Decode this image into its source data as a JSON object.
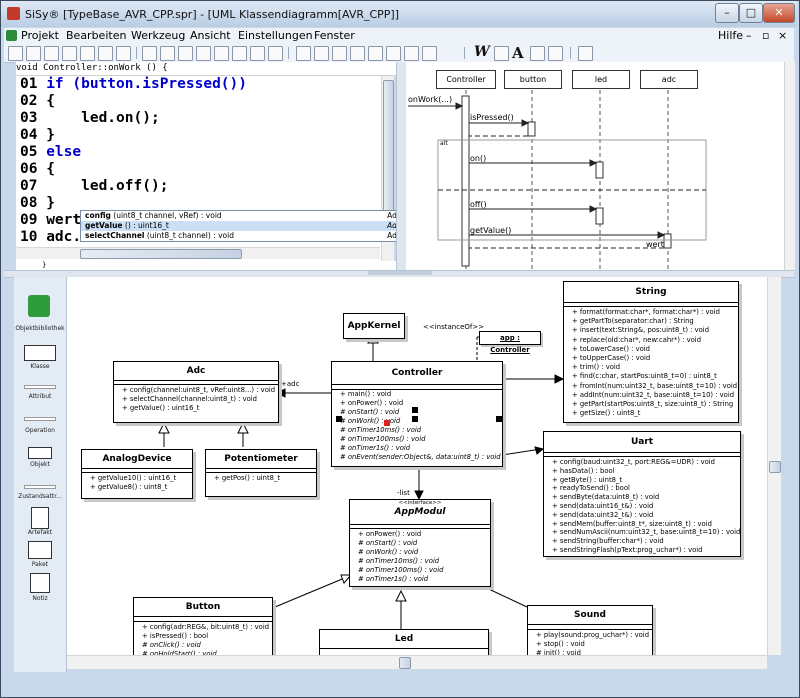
{
  "window": {
    "title": "SiSy® [TypeBase_AVR_CPP.spr] - [UML Klassendiagramm[AVR_CPP]]",
    "buttons": {
      "minimize": "–",
      "maximize": "□",
      "close": "✕"
    }
  },
  "menubar": {
    "items": [
      "Projekt",
      "Bearbeiten",
      "Werkzeug",
      "Ansicht",
      "Einstellungen",
      "Fenster"
    ],
    "help": "Hilfe",
    "mdi": {
      "minimize": "–",
      "restore": "▫",
      "close": "×"
    }
  },
  "toolbar": {
    "icons": [
      "new-file-icon",
      "open-folder-icon",
      "mail-icon",
      "find-icon",
      "binoculars-icon",
      "page-icon",
      "key-icon",
      "undo-icon",
      "redo-icon",
      "zoom-out-icon",
      "zoom-in-icon",
      "fit-icon",
      "print-icon",
      "cut-icon",
      "copy-icon",
      "paste-icon",
      "delete-icon",
      "align-icon",
      "refresh-icon",
      "chart-icon",
      "format-icon",
      "bold-w-icon",
      "font-a-icon",
      "list-icon",
      "columns-icon",
      "book-icon"
    ],
    "glyph_w": "W",
    "glyph_a": "A"
  },
  "code_editor": {
    "header": "void Controller::onWork () {",
    "lines": [
      {
        "num": "01",
        "code": "if (button.isPressed())",
        "kw": true
      },
      {
        "num": "02",
        "code": "{"
      },
      {
        "num": "03",
        "code": "    led.on();"
      },
      {
        "num": "04",
        "code": "}"
      },
      {
        "num": "05",
        "code": "else",
        "kw": true
      },
      {
        "num": "06",
        "code": "{"
      },
      {
        "num": "07",
        "code": "    led.off();"
      },
      {
        "num": "08",
        "code": "}"
      },
      {
        "num": "09",
        "code": "wert=adc.getValue();"
      },
      {
        "num": "10",
        "code": "adc."
      }
    ],
    "footer": "}",
    "autocomplete": [
      {
        "name": "config",
        "args": "(uint8_t channel, vRef) : void",
        "type": "Adc"
      },
      {
        "name": "getValue",
        "args": "() : uint16_t",
        "type": "Adc"
      },
      {
        "name": "selectChannel",
        "args": "(uint8_t channel) : void",
        "type": "Adc"
      }
    ]
  },
  "sequence": {
    "lifelines": [
      "Controller",
      "button",
      "led",
      "adc"
    ],
    "messages": [
      "onWork(...)",
      "isPressed()",
      "on()",
      "off()",
      "getValue()",
      "wert"
    ],
    "fragment": "alt"
  },
  "palette": {
    "items": [
      "Objektbibliothek",
      "Klasse",
      "Attribut",
      "Operation",
      "Objekt",
      "Zustandsattr...",
      "Artefakt",
      "Paket",
      "Notiz"
    ]
  },
  "class_diagram": {
    "classes": {
      "appkernel": {
        "name": "AppKernel",
        "lines": []
      },
      "controller": {
        "name": "Controller",
        "lines": [
          {
            "t": "+ main() : void"
          },
          {
            "t": "+ onPower() : void"
          },
          {
            "t": "# onStart() : void",
            "i": true
          },
          {
            "t": "# onWork() : void",
            "i": true
          },
          {
            "t": "# onTimer10ms() : void",
            "i": true
          },
          {
            "t": "# onTimer100ms() : void",
            "i": true
          },
          {
            "t": "# onTimer1s() : void",
            "i": true
          },
          {
            "t": "# onEvent(sender:Object&, data:uint8_t) : void",
            "i": true
          }
        ]
      },
      "adc": {
        "name": "Adc",
        "lines": [
          {
            "t": "+ config(channel:uint8_t, vRef:uint8...) : void"
          },
          {
            "t": "+ selectChannel(channel:uint8_t) : void"
          },
          {
            "t": "+ getValue() : uint16_t"
          }
        ]
      },
      "analogdevice": {
        "name": "AnalogDevice",
        "lines": [
          {
            "t": "+ getValue10() : uint16_t"
          },
          {
            "t": "+ getValue8() : uint8_t"
          }
        ]
      },
      "potentiometer": {
        "name": "Potentiometer",
        "lines": [
          {
            "t": "+ getPos() : uint8_t"
          }
        ]
      },
      "string": {
        "name": "String",
        "lines": [
          {
            "t": "+ format(format:char*, format:char*) : void"
          },
          {
            "t": "+ getPartTo(separator:char) : String"
          },
          {
            "t": "+ insert(text:String&, pos:uint8_t) : void"
          },
          {
            "t": "+ replace(old:char*, new:cahr*) : void"
          },
          {
            "t": "+ toLowerCase() : void"
          },
          {
            "t": "+ toUpperCase() : void"
          },
          {
            "t": "+ trim() : void"
          },
          {
            "t": "+ find(c:char, startPos:uint8_t=0) : uint8_t"
          },
          {
            "t": "+ fromInt(num:uint32_t, base:uint8_t=10) : void"
          },
          {
            "t": "+ addInt(num:uint32_t, base:uint8_t=10) : void"
          },
          {
            "t": "+ getPart(startPos:uint8_t, size:uint8_t) : String"
          },
          {
            "t": "+ getSize() : uint8_t"
          }
        ]
      },
      "uart": {
        "name": "Uart",
        "lines": [
          {
            "t": "+ config(baud:uint32_t, port:REG&=UDR) : void"
          },
          {
            "t": "+ hasData() : bool"
          },
          {
            "t": "+ getByte() : uint8_t"
          },
          {
            "t": "+ readyToSend() : bool"
          },
          {
            "t": "+ sendByte(data:uint8_t) : void"
          },
          {
            "t": "+ send(data:uint16_t&) : void"
          },
          {
            "t": "+ send(data:uint32_t&) : void"
          },
          {
            "t": "+ sendMem(buffer:uint8_t*, size:uint8_t) : void"
          },
          {
            "t": "+ sendNumAscii(num:uint32_t, base:uint8_t=10) : void"
          },
          {
            "t": "+ sendString(buffer:char*) : void"
          },
          {
            "t": "+ sendStringFlash(pText:prog_uchar*) : void"
          }
        ]
      },
      "appmodul": {
        "name": "AppModul",
        "stereotype": "<<interface>>",
        "lines": [
          {
            "t": "+ onPower() : void"
          },
          {
            "t": "# onStart() : void",
            "i": true
          },
          {
            "t": "# onWork() : void",
            "i": true
          },
          {
            "t": "# onTimer10ms() : void",
            "i": true
          },
          {
            "t": "# onTimer100ms() : void",
            "i": true
          },
          {
            "t": "# onTimer1s() : void",
            "i": true
          }
        ]
      },
      "button": {
        "name": "Button",
        "lines": [
          {
            "t": "+ config(adr:REG&, bit:uint8_t) : void"
          },
          {
            "t": "+ isPressed() : bool"
          },
          {
            "t": "# onClick() : void",
            "i": true
          },
          {
            "t": "# onHoldStart() : void",
            "i": true
          }
        ]
      },
      "led": {
        "name": "Led",
        "lines": []
      },
      "sound": {
        "name": "Sound",
        "lines": [
          {
            "t": "+ play(sound:prog_uchar*) : void"
          },
          {
            "t": "+ stop() : void"
          },
          {
            "t": "# init() : void"
          }
        ]
      }
    },
    "instance_label": "<<instanceOf>>",
    "instance": "app : Controller",
    "assoc_adc": "+adc",
    "assoc_list": "-list"
  }
}
